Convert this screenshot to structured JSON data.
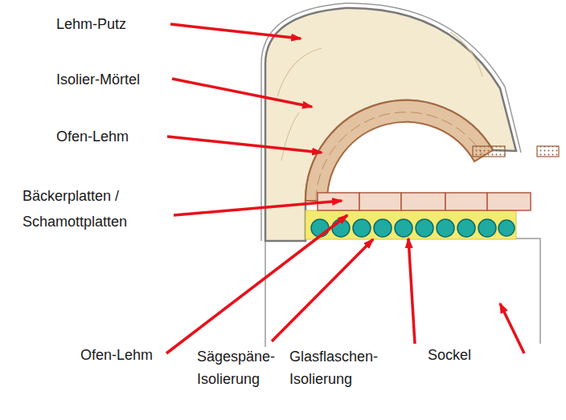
{
  "diagram": {
    "labels": [
      "Lehm-Putz",
      "Isolier-Mörtel",
      "Ofen-Lehm",
      "Bäckerplatten / Schamottplatten",
      "Ofen-Lehm",
      "Sägespäne- Isolierung",
      "Glasflaschen- Isolierung",
      "Sockel"
    ]
  }
}
